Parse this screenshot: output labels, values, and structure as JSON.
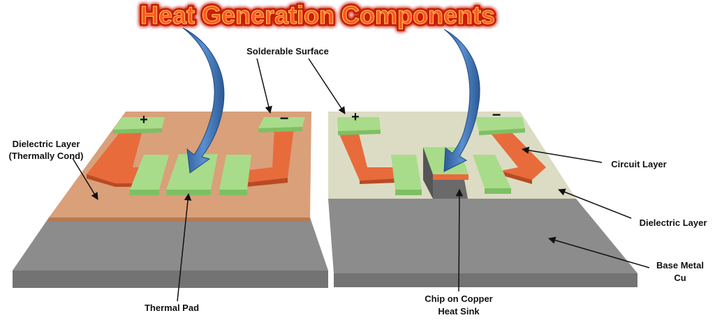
{
  "title": "Heat Generation Components",
  "colors": {
    "title_fill": "#ff5a1e",
    "title_glow": "#c81e00",
    "copper_trace": "#e86b3c",
    "solder_pad": "#a8dc8a",
    "dielectric_left": "#d9a07a",
    "dielectric_right": "#dcdcc4",
    "base_metal": "#8c8c8c",
    "arrow_blue": "#3a6fb0"
  },
  "labels": {
    "solderable_surface": "Solderable Surface",
    "dielectric_layer_tc_line1": "Dielectric Layer",
    "dielectric_layer_tc_line2": "(Thermally Cond)",
    "thermal_pad": "Thermal Pad",
    "circuit_layer": "Circuit Layer",
    "dielectric_layer": "Dielectric Layer",
    "base_metal_line1": "Base Metal",
    "base_metal_line2": "Cu",
    "chip_on_copper_line1": "Chip on Copper",
    "chip_on_copper_line2": "Heat Sink"
  },
  "polarity": {
    "plus": "+",
    "minus": "−"
  }
}
